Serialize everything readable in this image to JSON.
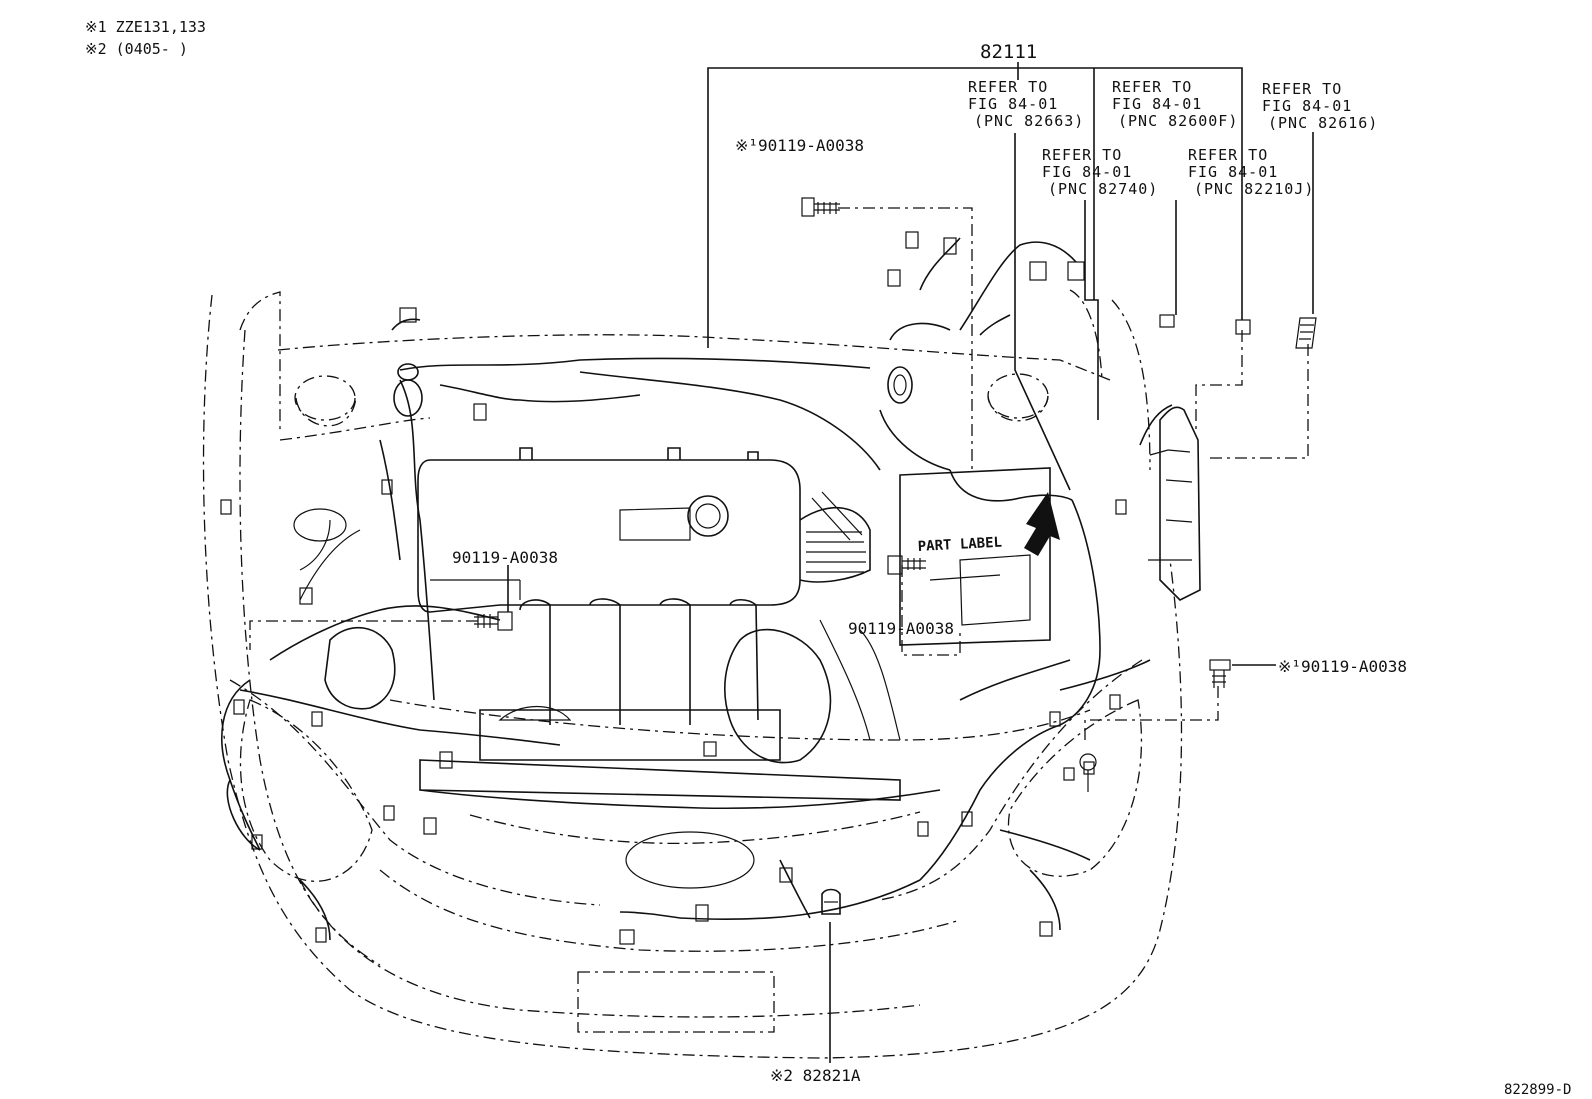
{
  "notes": {
    "note1": "※1 ZZE131,133",
    "note2": "※2 (0405-      )"
  },
  "main_part": "82111",
  "refer": [
    {
      "line1": "REFER TO",
      "line2": "FIG 84-01",
      "line3": "(PNC 82663)"
    },
    {
      "line1": "REFER TO",
      "line2": "FIG 84-01",
      "line3": "(PNC 82600F)"
    },
    {
      "line1": "REFER TO",
      "line2": "FIG 84-01",
      "line3": "(PNC 82616)"
    },
    {
      "line1": "REFER TO",
      "line2": "FIG 84-01",
      "line3": "(PNC 82740)"
    },
    {
      "line1": "REFER TO",
      "line2": "FIG 84-01",
      "line3": "(PNC 82210J)"
    }
  ],
  "parts": {
    "bolt_top": "※¹90119-A0038",
    "bolt_left": "90119-A0038",
    "bolt_center": "90119-A0038",
    "bolt_right": "※¹90119-A0038",
    "bottom_part": "※2 82821A"
  },
  "part_label": "PART LABEL",
  "diagram_id": "822899-D"
}
